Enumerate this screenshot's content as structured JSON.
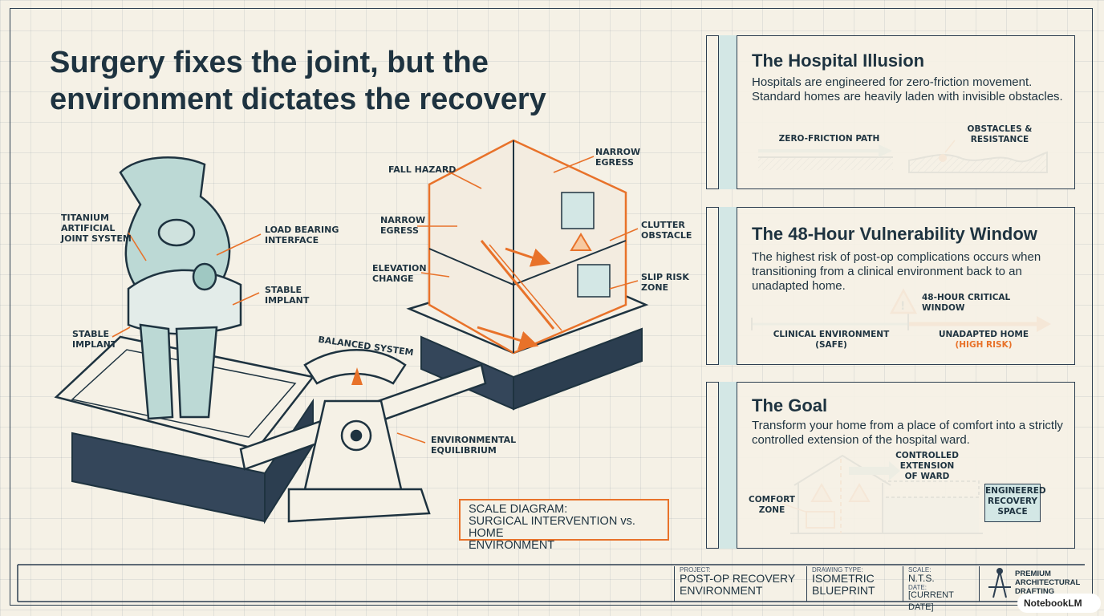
{
  "title": "Surgery fixes the joint, but the environment dictates the recovery",
  "left_labels": {
    "titanium": "TITANIUM\nARTIFICIAL\nJOINT SYSTEM",
    "load_bearing": "LOAD BEARING\nINTERFACE",
    "stable_implant_right": "STABLE\nIMPLANT",
    "stable_implant_left": "STABLE\nIMPLANT",
    "balanced_system": "BALANCED SYSTEM",
    "environmental_equilibrium": "ENVIRONMENTAL\nEQUILIBRIUM",
    "fall_hazard": "FALL HAZARD",
    "narrow_egress_top": "NARROW\nEGRESS",
    "narrow_egress_left": "NARROW\nEGRESS",
    "clutter_obstacle": "CLUTTER\nOBSTACLE",
    "elevation_change": "ELEVATION\nCHANGE",
    "slip_risk_zone": "SLIP RISK\nZONE"
  },
  "scale_box": {
    "line1": "SCALE DIAGRAM:",
    "line2": "SURGICAL INTERVENTION vs. HOME",
    "line3": "ENVIRONMENT"
  },
  "panels": {
    "hospital": {
      "heading": "The Hospital Illusion",
      "body": "Hospitals are engineered for zero-friction movement. Standard homes are heavily laden with invisible obstacles.",
      "left_caption": "ZERO-FRICTION PATH",
      "right_caption": "OBSTACLES &\nRESISTANCE"
    },
    "window": {
      "heading": "The 48-Hour Vulnerability Window",
      "body": "The highest risk of post-op complications occurs when transitioning from a clinical environment back to an unadapted home.",
      "critical": "48-HOUR CRITICAL\nWINDOW",
      "clinical": "CLINICAL ENVIRONMENT\n(SAFE)",
      "unadapted": "UNADAPTED HOME",
      "high_risk": "(HIGH RISK)"
    },
    "goal": {
      "heading": "The Goal",
      "body": "Transform your home from a place of comfort into a strictly controlled extension of the hospital ward.",
      "controlled": "CONTROLLED\nEXTENSION\nOF WARD",
      "comfort": "COMFORT\nZONE",
      "engineered": "ENGINEERED\nRECOVERY\nSPACE"
    }
  },
  "title_block": {
    "project_cap": "PROJECT:",
    "project_val": "POST-OP RECOVERY\nENVIRONMENT",
    "type_cap": "DRAWING TYPE:",
    "type_val": "ISOMETRIC\nBLUEPRINT",
    "scale_cap": "SCALE:",
    "scale_val": "N.T.S.",
    "date_cap": "DATE:",
    "date_val": "[CURRENT DATE]",
    "firm": "PREMIUM\nARCHITECTURAL\nDRAFTING"
  },
  "brand": "NotebookLM",
  "colors": {
    "accent": "#e8722a",
    "teal": "#8fc2bf",
    "navy": "#2c3e50",
    "paper": "#f5f1e6"
  }
}
